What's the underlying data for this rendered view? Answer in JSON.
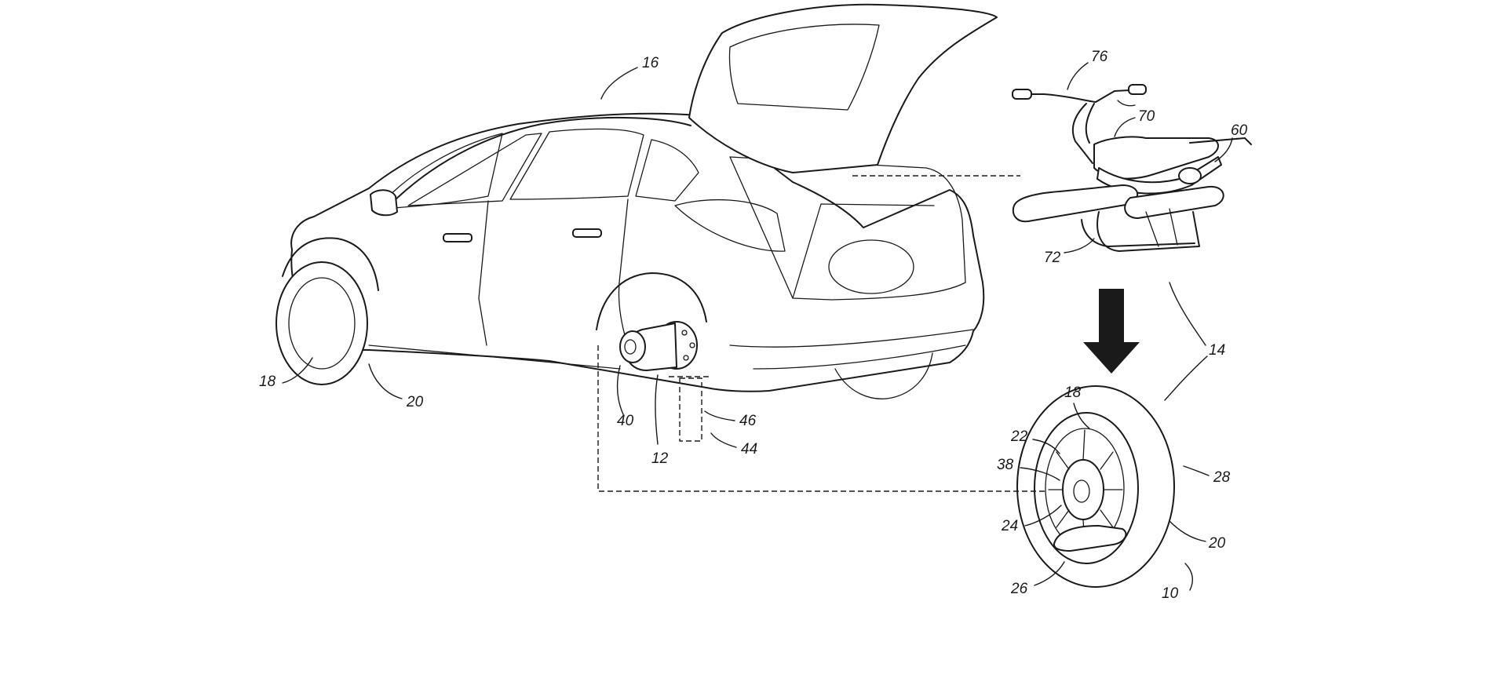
{
  "figure": {
    "reference_numerals": {
      "vehicle": "16",
      "front_wheel": "18",
      "front_tire": "20",
      "hub_adapter": "40",
      "axle_hub": "12",
      "stand_post": "46",
      "stand": "44",
      "handlebar": "76",
      "frame": "70",
      "unicycle_body": "60",
      "footrest": "72",
      "assembly": "14",
      "wheel_rim": "18",
      "wheel_spoke": "22",
      "hub_motor": "38",
      "wheel_center": "24",
      "wheel_side": "26",
      "wheel_face": "28",
      "wheel_tire": "20",
      "wheel_assembly": "10"
    },
    "icons": {
      "transform_arrow": "down-arrow-icon"
    },
    "colors": {
      "ink": "#1a1a1a",
      "paper": "#ffffff"
    }
  }
}
